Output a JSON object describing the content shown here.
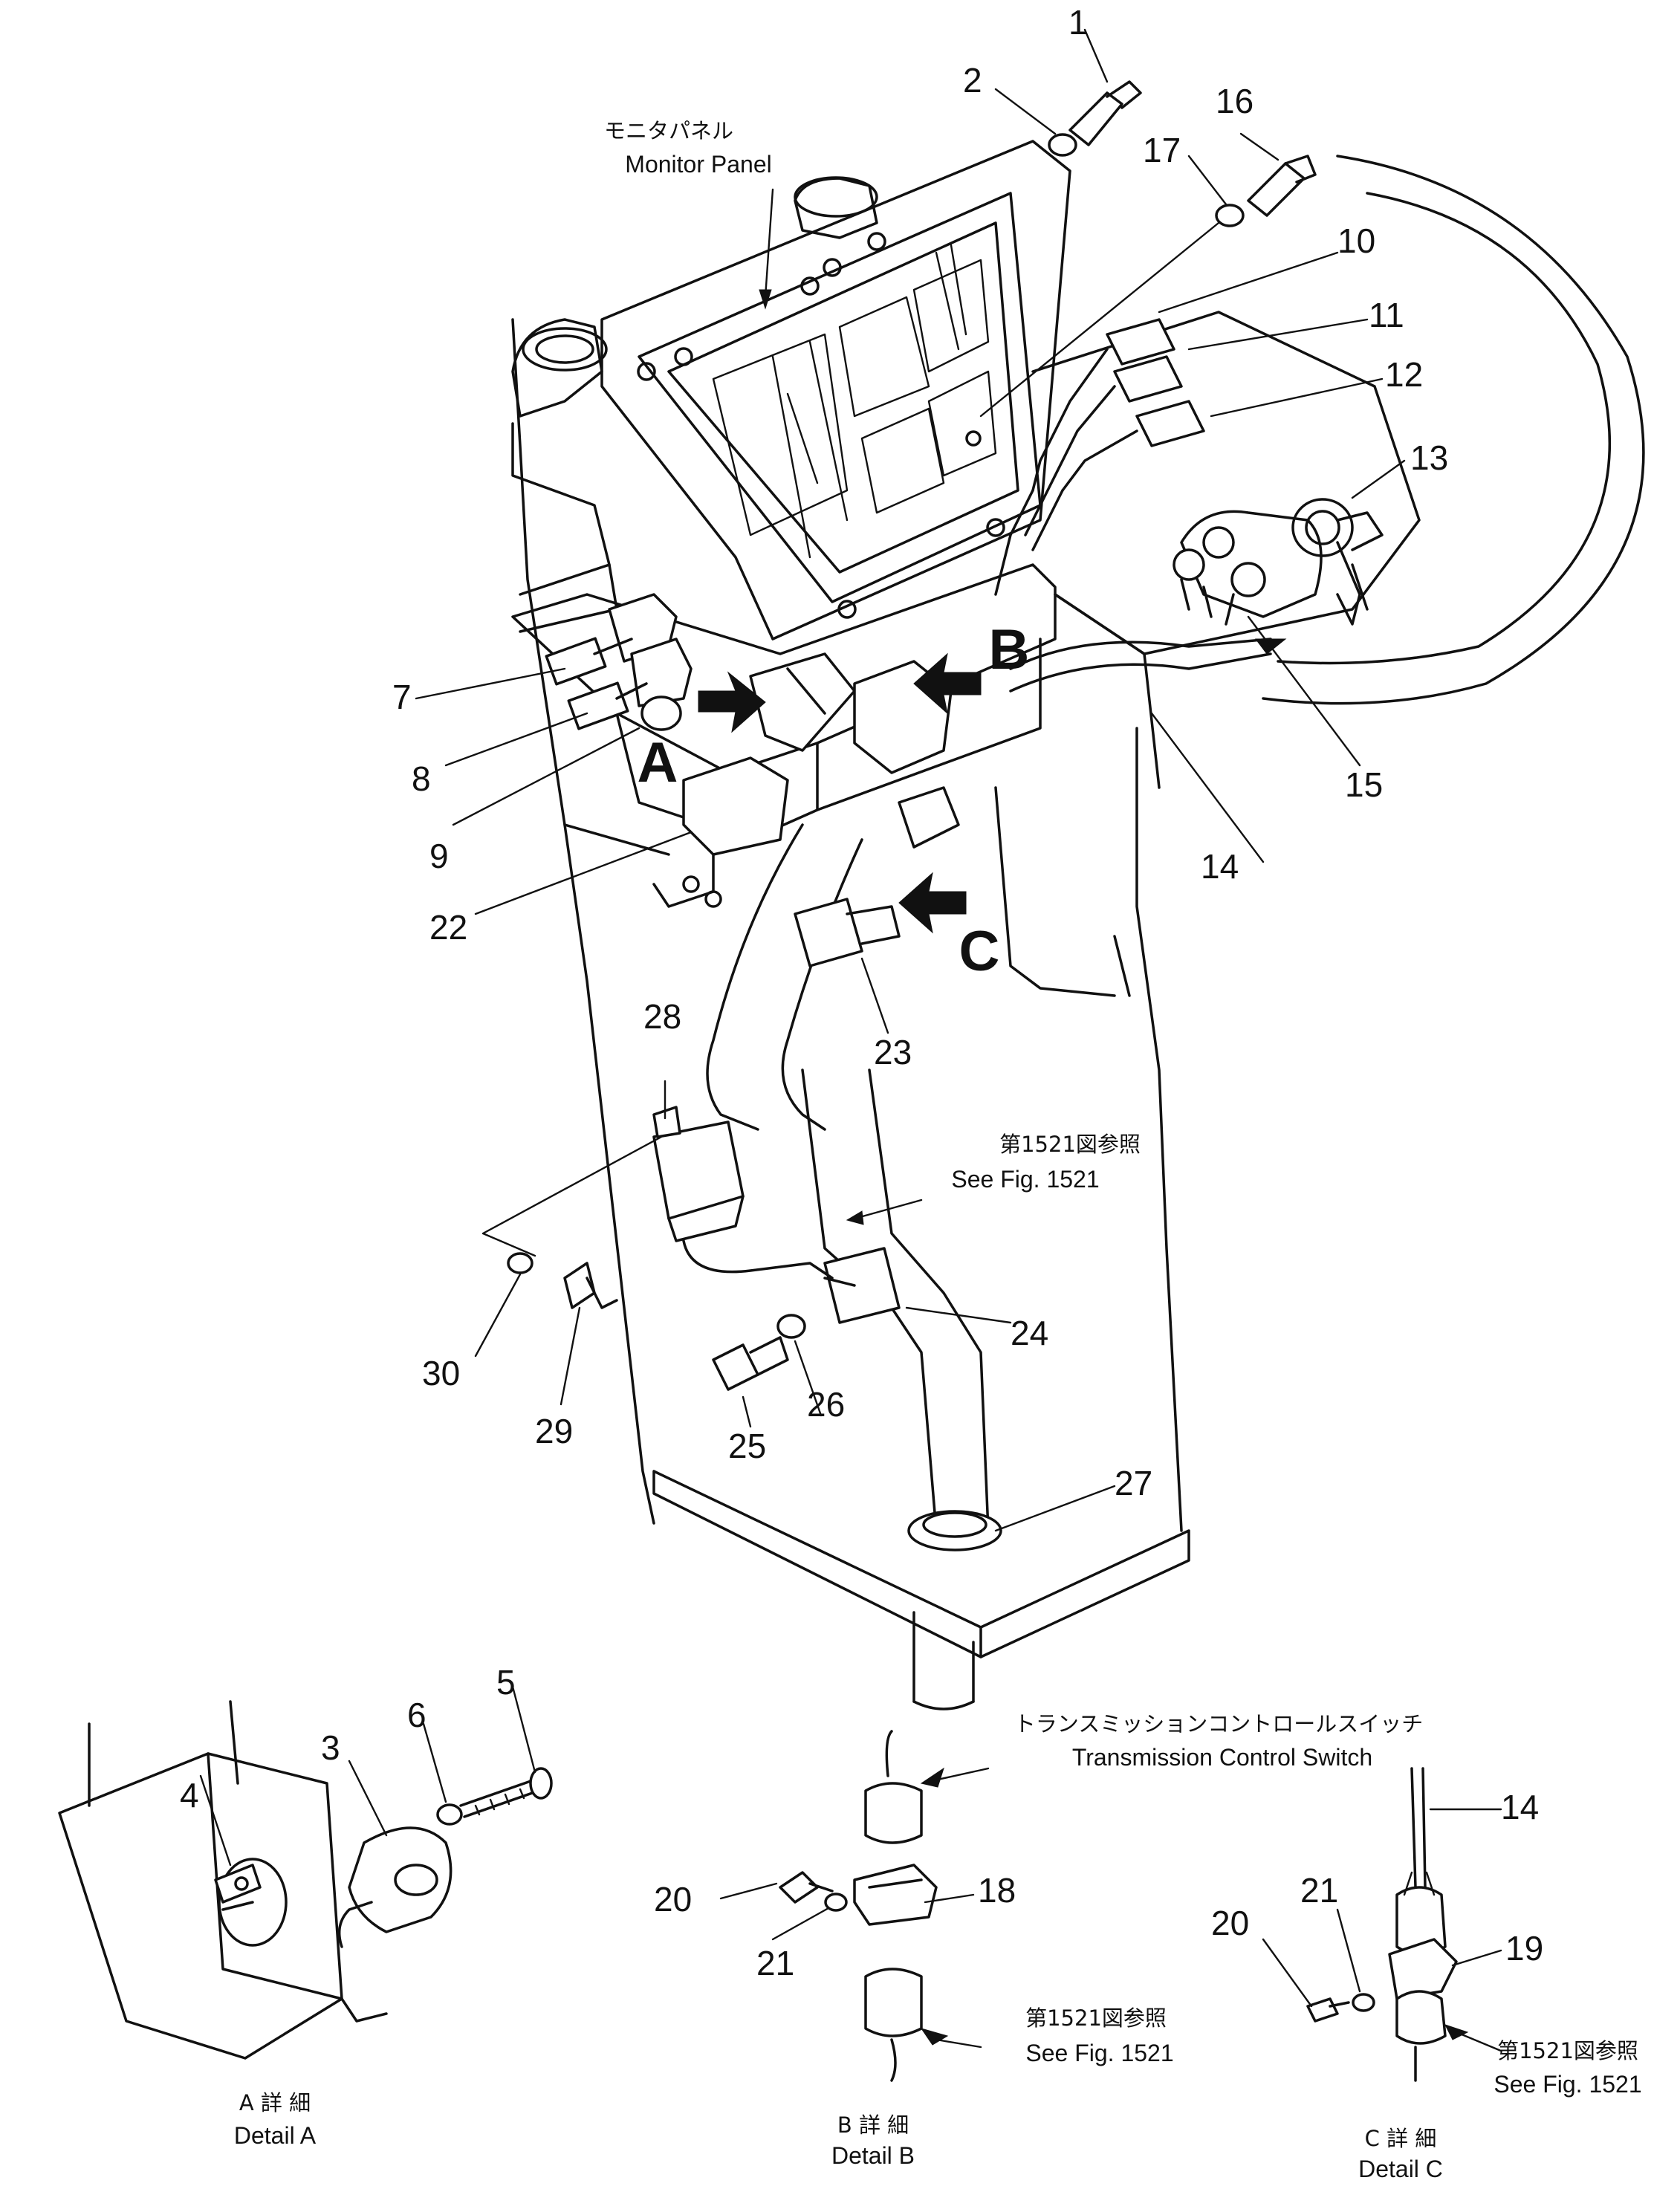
{
  "labels": {
    "monitor_panel_jp": "モニタパネル",
    "monitor_panel_en": "Monitor Panel",
    "see_fig_jp": "第1521図参照",
    "see_fig_en": "See Fig. 1521",
    "tcs_jp": "トランスミッションコントロールスイッチ",
    "tcs_en": "Transmission Control Switch",
    "detail_a_jp": "A 詳 細",
    "detail_a_en": "Detail A",
    "detail_b_jp": "B 詳 細",
    "detail_b_en": "Detail B",
    "detail_c_jp": "C 詳 細",
    "detail_c_en": "Detail C",
    "view_a": "A",
    "view_b": "B",
    "view_c": "C"
  },
  "parts": [
    {
      "id": "p1",
      "text": "1"
    },
    {
      "id": "p2",
      "text": "2"
    },
    {
      "id": "p3",
      "text": "3"
    },
    {
      "id": "p4",
      "text": "4"
    },
    {
      "id": "p5",
      "text": "5"
    },
    {
      "id": "p6",
      "text": "6"
    },
    {
      "id": "p7",
      "text": "7"
    },
    {
      "id": "p8",
      "text": "8"
    },
    {
      "id": "p9",
      "text": "9"
    },
    {
      "id": "p10",
      "text": "10"
    },
    {
      "id": "p11",
      "text": "11"
    },
    {
      "id": "p12",
      "text": "12"
    },
    {
      "id": "p13",
      "text": "13"
    },
    {
      "id": "p14",
      "text": "14"
    },
    {
      "id": "p15",
      "text": "15"
    },
    {
      "id": "p16",
      "text": "16"
    },
    {
      "id": "p17",
      "text": "17"
    },
    {
      "id": "p18",
      "text": "18"
    },
    {
      "id": "p19",
      "text": "19"
    },
    {
      "id": "p20",
      "text": "20"
    },
    {
      "id": "p21",
      "text": "21"
    },
    {
      "id": "p22",
      "text": "22"
    },
    {
      "id": "p23",
      "text": "23"
    },
    {
      "id": "p24",
      "text": "24"
    },
    {
      "id": "p25",
      "text": "25"
    },
    {
      "id": "p26",
      "text": "26"
    },
    {
      "id": "p27",
      "text": "27"
    },
    {
      "id": "p28",
      "text": "28"
    },
    {
      "id": "p29",
      "text": "29"
    },
    {
      "id": "p30",
      "text": "30"
    }
  ]
}
